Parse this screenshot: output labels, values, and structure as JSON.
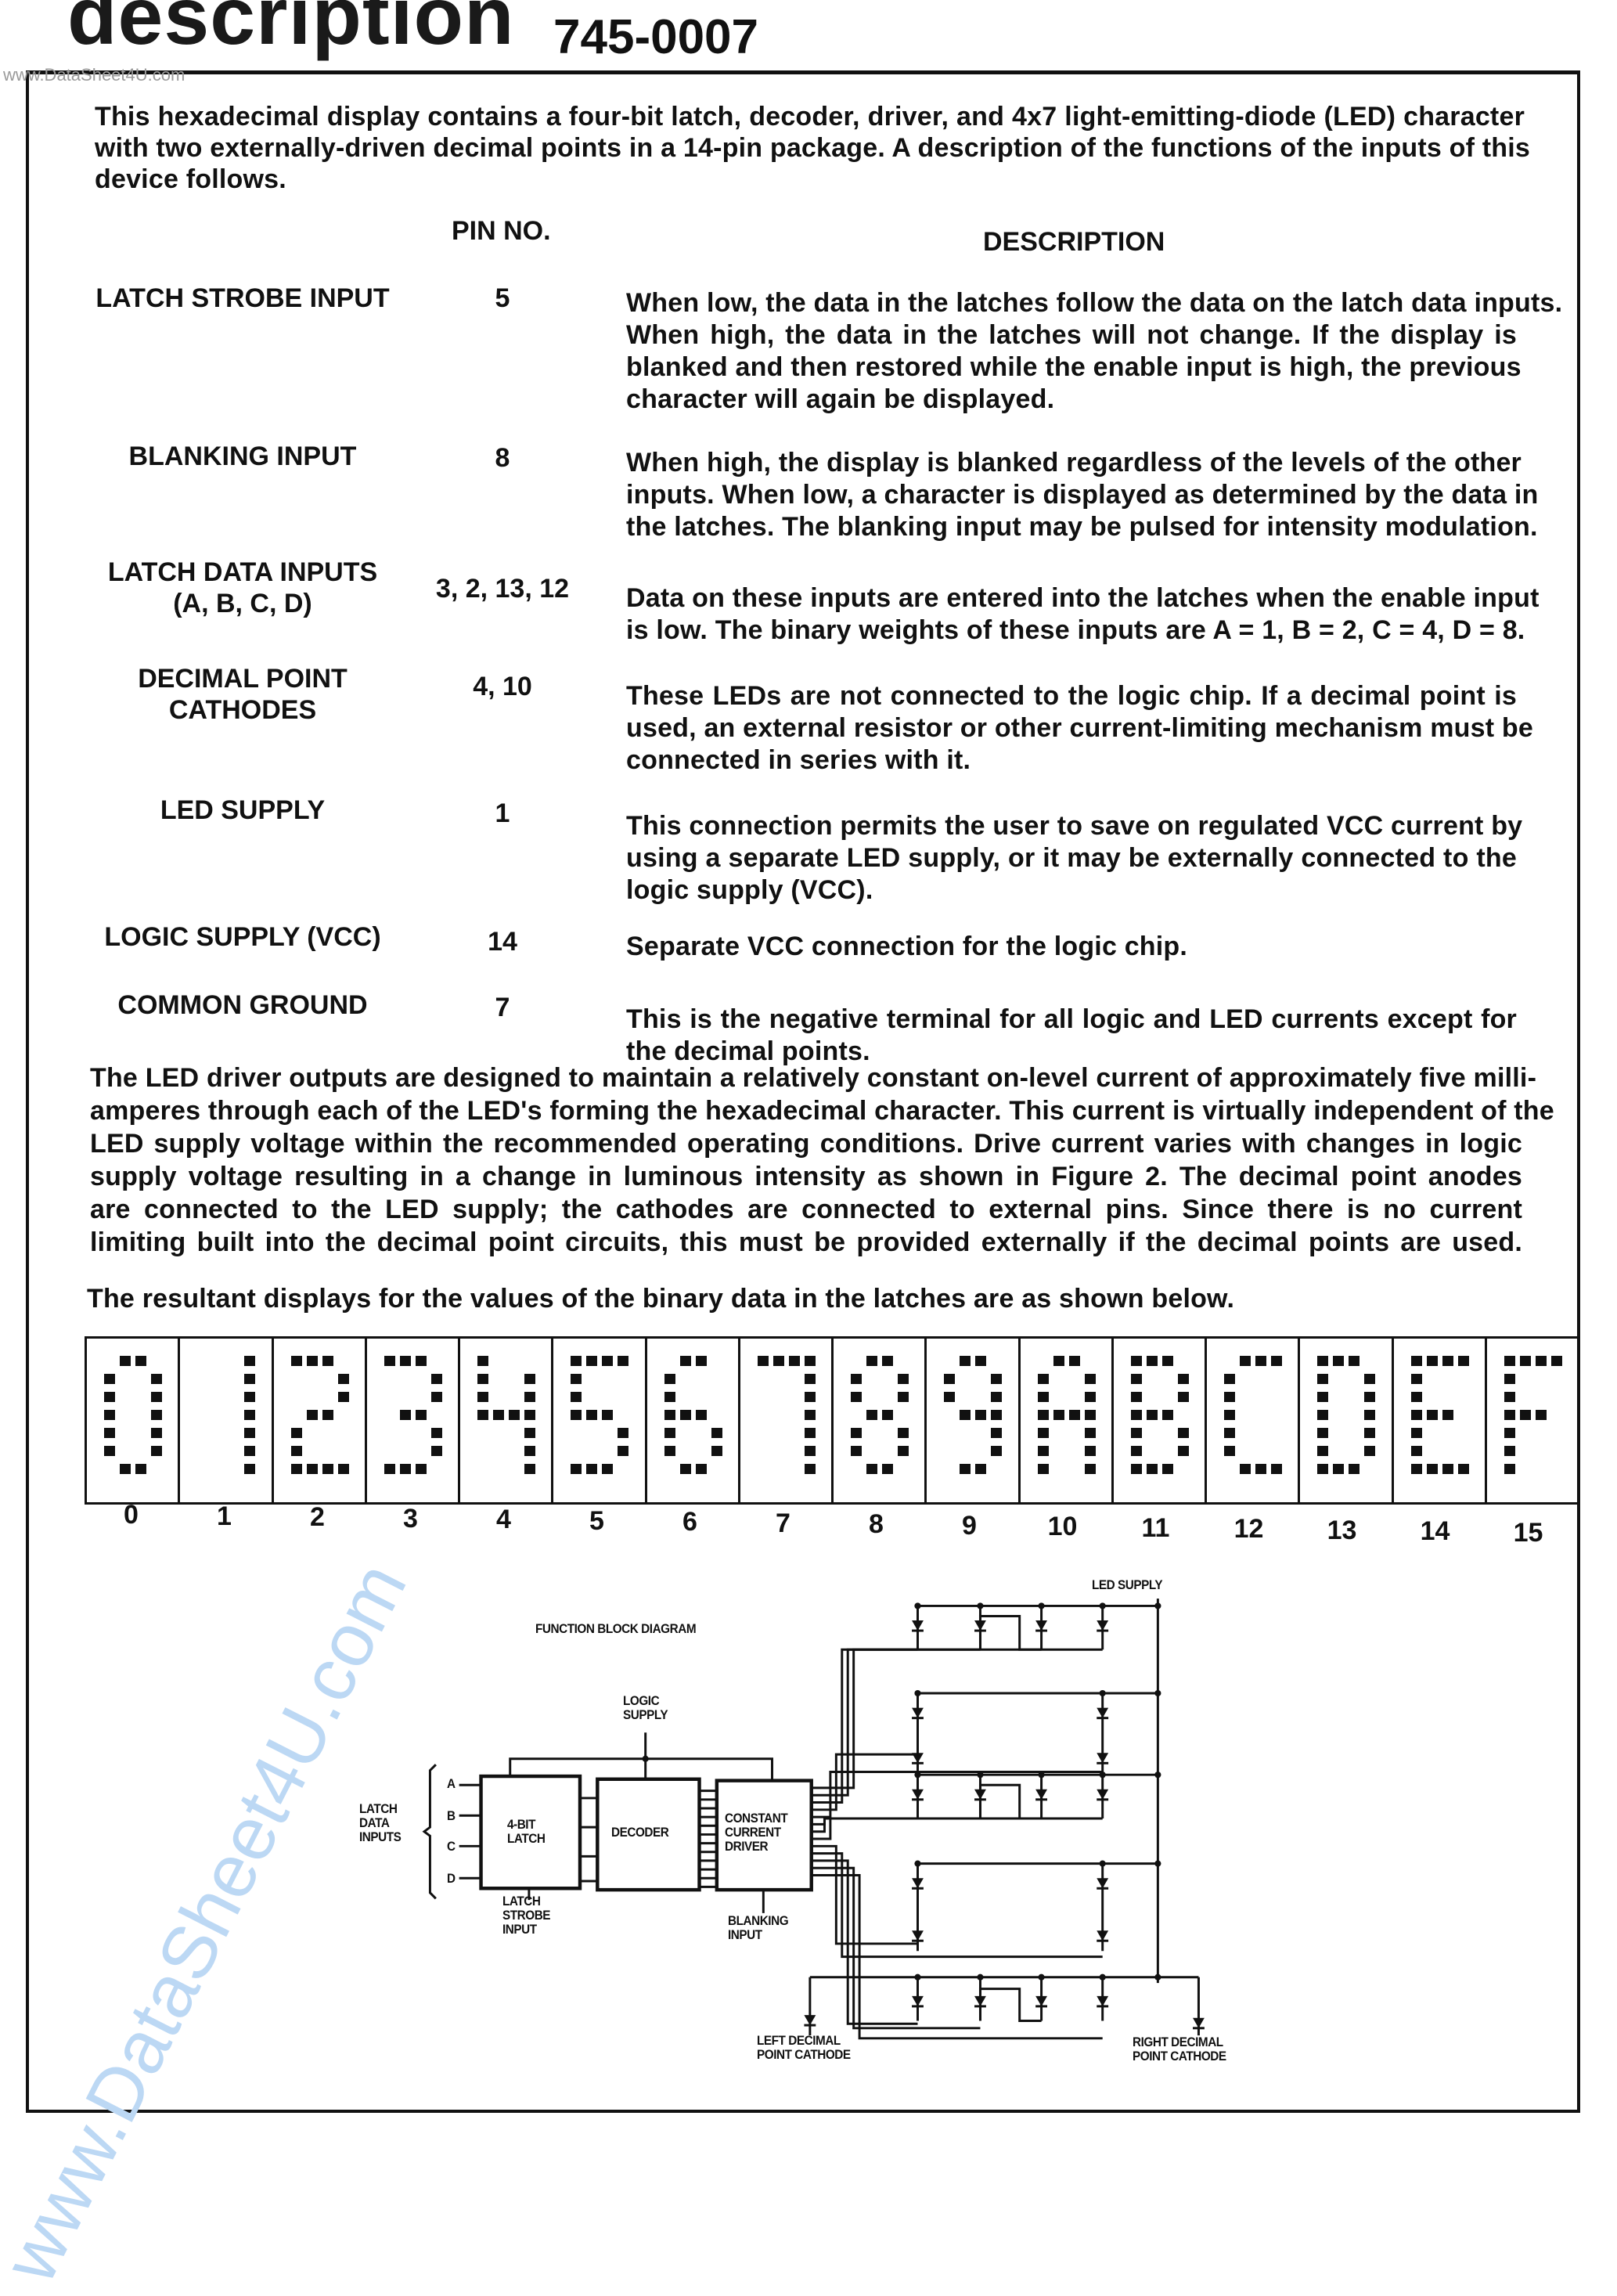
{
  "header": {
    "title": "description",
    "part_number": "745-0007",
    "watermark": "www.DataSheet4U.com"
  },
  "intro_lines": [
    "This hexadecimal display contains a four-bit latch, decoder, driver, and 4x7 light-emitting-diode (LED) character",
    "with two externally-driven decimal points in a 14-pin package. A description of the functions of the inputs of this",
    "device follows."
  ],
  "table": {
    "headers": {
      "pin": "PIN NO.",
      "description": "DESCRIPTION"
    },
    "rows": [
      {
        "label": [
          "LATCH STROBE INPUT"
        ],
        "pin": "5",
        "description": [
          "When low, the data in the latches follow the data on the latch data inputs.",
          "When high, the data in the latches will not change. If the display is",
          "blanked and then restored while the enable input is high, the previous",
          "character will again be displayed."
        ]
      },
      {
        "label": [
          "BLANKING INPUT"
        ],
        "pin": "8",
        "description": [
          "When high, the display is blanked regardless of the levels of the other",
          "inputs. When low, a character is displayed as determined by the data in",
          "the latches. The blanking input may be pulsed for intensity modulation."
        ]
      },
      {
        "label": [
          "LATCH DATA INPUTS",
          "(A, B, C, D)"
        ],
        "pin": "3, 2, 13, 12",
        "description": [
          "Data on these inputs are entered into the latches when the enable input",
          "is low. The binary weights of these inputs are A = 1, B = 2, C = 4, D = 8."
        ]
      },
      {
        "label": [
          "DECIMAL POINT",
          "CATHODES"
        ],
        "pin": "4, 10",
        "description": [
          "These LEDs are not connected to the logic chip. If a decimal point is",
          "used, an external resistor or other current-limiting mechanism must be",
          "connected in series with it."
        ]
      },
      {
        "label": [
          "LED SUPPLY"
        ],
        "pin": "1",
        "description": [
          "This connection permits the user to save on regulated VCC current by",
          "using a separate LED supply, or it may be externally connected to the",
          "logic supply (VCC)."
        ]
      },
      {
        "label": [
          "LOGIC SUPPLY (VCC)"
        ],
        "pin": "14",
        "description": [
          "Separate VCC connection for the logic chip."
        ]
      },
      {
        "label": [
          "COMMON GROUND"
        ],
        "pin": "7",
        "description": [
          "This is the negative terminal for all logic and LED currents except for",
          "the decimal points."
        ]
      }
    ]
  },
  "driver_lines": [
    "The LED driver outputs are designed to maintain a relatively constant on-level current of approximately five milli-",
    "amperes through each of the LED's forming the hexadecimal character. This current is virtually independent of the",
    "LED supply voltage within the recommended operating conditions. Drive current varies with changes in logic",
    "supply voltage resulting in a change in luminous intensity as shown in Figure 2. The decimal point anodes",
    "are connected to the LED supply; the cathodes are connected to external pins. Since there is no current",
    "limiting built into the decimal point circuits, this must be provided externally if the decimal points are used."
  ],
  "resultant_line": "The resultant displays for the values of the binary data in the latches are as shown below.",
  "display_values": [
    "0",
    "1",
    "2",
    "3",
    "4",
    "5",
    "6",
    "7",
    "8",
    "9",
    "10",
    "11",
    "12",
    "13",
    "14",
    "15"
  ],
  "diagram": {
    "title": "FUNCTION BLOCK DIAGRAM",
    "led_supply": "LED SUPPLY",
    "logic_supply": [
      "LOGIC",
      "SUPPLY"
    ],
    "latch_data_inputs": [
      "LATCH",
      "DATA",
      "INPUTS"
    ],
    "inputs": [
      "A",
      "B",
      "C",
      "D"
    ],
    "latch": [
      "4-BIT",
      "LATCH"
    ],
    "decoder": "DECODER",
    "driver": [
      "CONSTANT",
      "CURRENT",
      "DRIVER"
    ],
    "latch_strobe": [
      "LATCH",
      "STROBE",
      "INPUT"
    ],
    "blanking": [
      "BLANKING",
      "INPUT"
    ],
    "left_dp": [
      "LEFT DECIMAL",
      "POINT CATHODE"
    ],
    "right_dp": [
      "RIGHT DECIMAL",
      "POINT CATHODE"
    ]
  }
}
